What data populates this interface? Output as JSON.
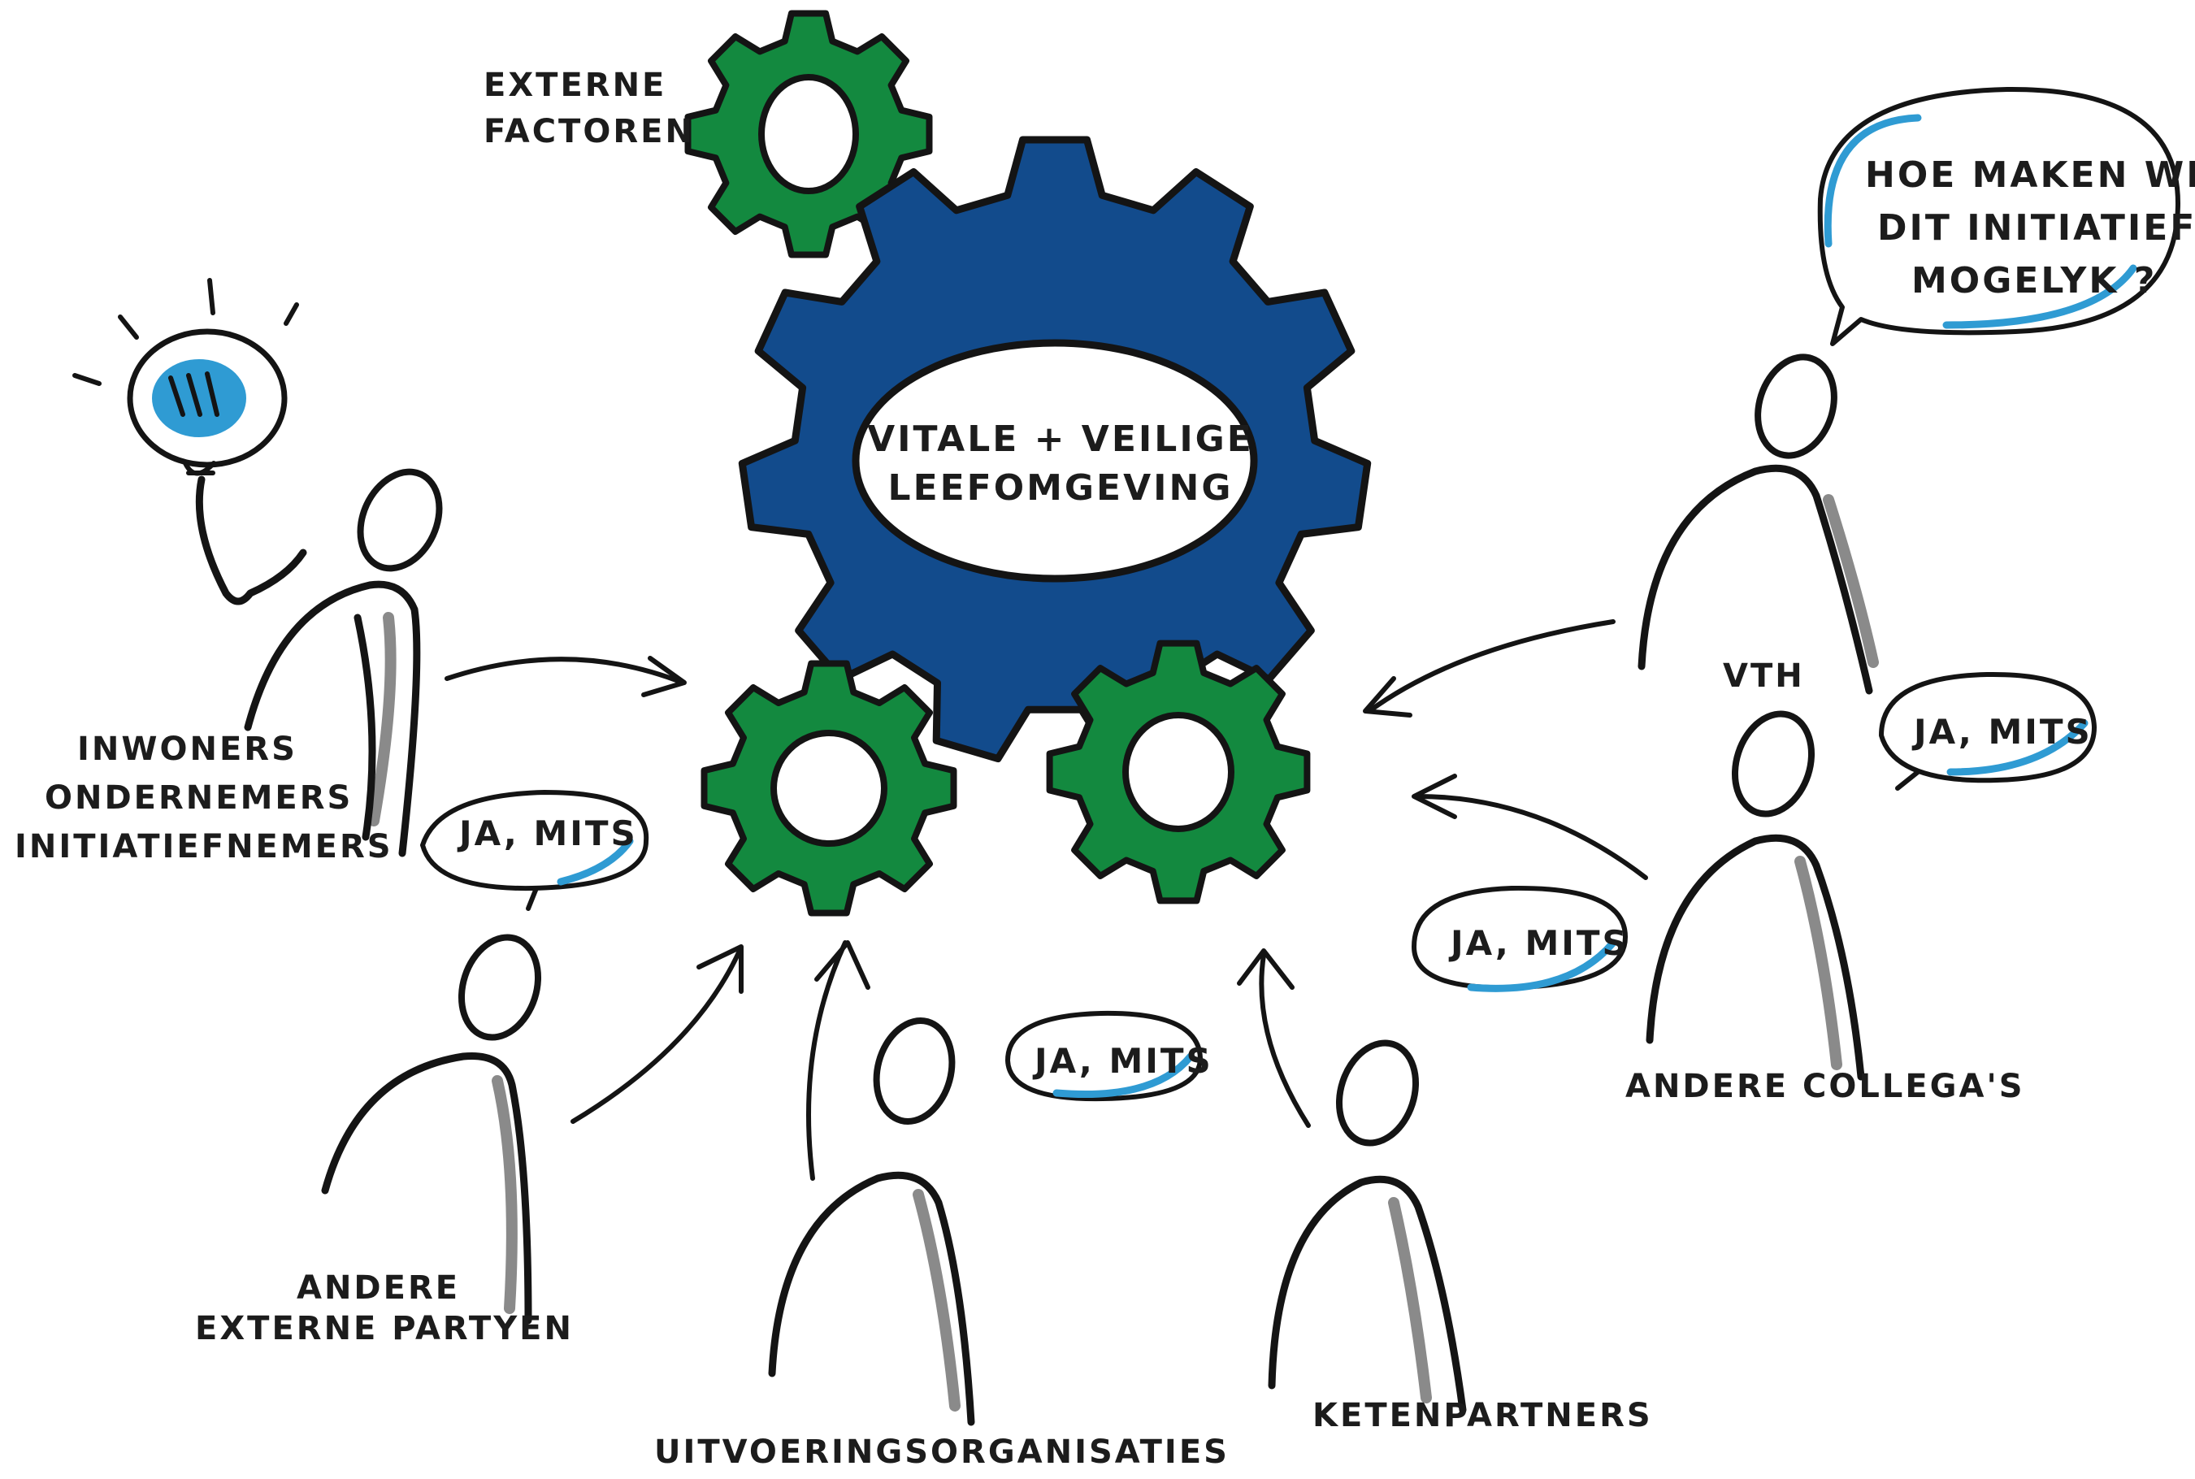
{
  "center_gear": {
    "line1": "VITALE + VEILIGE",
    "line2": "LEEFOMGEVING",
    "color": "#124b8c"
  },
  "gear_green_color": "#13893f",
  "external": {
    "line1": "EXTERNE",
    "line2": "FACTOREN"
  },
  "bubble_top_right": {
    "line1": "HOE MAKEN WE",
    "line2": "DIT INITIATIEF",
    "line3": "MOGELYK ?"
  },
  "ja_mits": "JA, MITS",
  "people": {
    "initiators": {
      "line1": "INWONERS",
      "line2": "ONDERNEMERS",
      "line3": "INITIATIEFNEMERS"
    },
    "other_external": {
      "line1": "ANDERE",
      "line2": "EXTERNE PARTYEN"
    },
    "execution": "UITVOERINGSORGANISATIES",
    "chain": "KETENPARTNERS",
    "vth": "VTH",
    "colleagues": "ANDERE COLLEGA'S"
  },
  "icons": {
    "idea": "lightbulb-icon",
    "gear": "gear-icon",
    "person": "person-icon",
    "bubble": "speech-bubble-icon",
    "arrow": "arrow-icon"
  },
  "accent_blue": "#2f9bd3"
}
